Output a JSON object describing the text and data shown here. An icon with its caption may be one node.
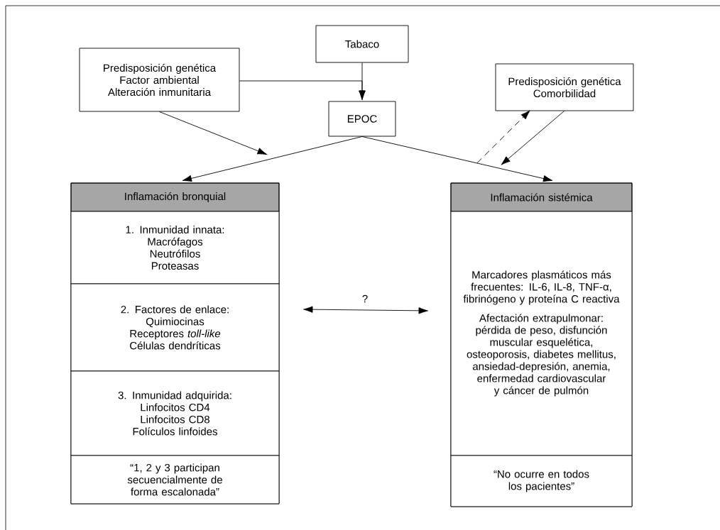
{
  "diagram": {
    "nodes": [
      {
        "text": [
          "Tabaco"
        ]
      },
      {
        "text": [
          "Predisposición genética",
          "Factor ambiental",
          "Alteración inmunitaria"
        ]
      },
      {
        "text": [
          "EPOC"
        ]
      },
      {
        "text": [
          "Predisposición genética",
          "Comorbilidad"
        ]
      },
      {
        "text": [
          "Inflamación bronquial"
        ]
      },
      {
        "text": [
          "1. Inmunidad innata:",
          "Macrófagos",
          "Neutrófilos",
          "Proteasas"
        ],
        "in": 4
      },
      {
        "text": [
          "2. Factores de enlace:",
          "Quimiocinas",
          "Receptores *toll-like*",
          "Células dendríticas"
        ],
        "in": 4
      },
      {
        "text": [
          "3. Inmunidad adquirida:",
          "Linfocitos CD4",
          "Linfocitos CD8",
          "Folículos linfoides"
        ],
        "in": 4
      },
      {
        "text": [
          "“1, 2 y 3 participan secuencialmente de forma escalonada”"
        ],
        "in": 4
      },
      {
        "text": [
          "Inflamación sistémica"
        ]
      },
      {
        "text": [
          "Marcadores plasmáticos más frecuentes: IL-6, IL-8, TNF-α, fibrinógeno y proteína C reactiva",
          "Afectación extrapulmonar: pérdida de peso, disfunción muscular esquelética, osteoporosis, diabetes mellitus, ansiedad-depresión, anemia, enfermedad cardiovascular y cáncer de pulmón"
        ],
        "in": 9
      },
      {
        "text": [
          "“No ocurre en todos los pacientes”"
        ],
        "in": 9
      }
    ],
    "edges": [
      {
        "from": 0,
        "to": 2,
        "arrow": "to"
      },
      {
        "from": 1,
        "to": 2,
        "arrow": "to"
      },
      {
        "from": 1,
        "to": 4,
        "arrow": "to"
      },
      {
        "from": 2,
        "to": 4,
        "arrow": "to"
      },
      {
        "from": 2,
        "to": 9,
        "arrow": "to"
      },
      {
        "from": 9,
        "to": 3,
        "arrow": "to",
        "style": "dashed"
      },
      {
        "from": 3,
        "to": 9,
        "arrow": "to"
      },
      {
        "from": 4,
        "to": 9,
        "arrow": "both",
        "label": "?"
      }
    ]
  }
}
